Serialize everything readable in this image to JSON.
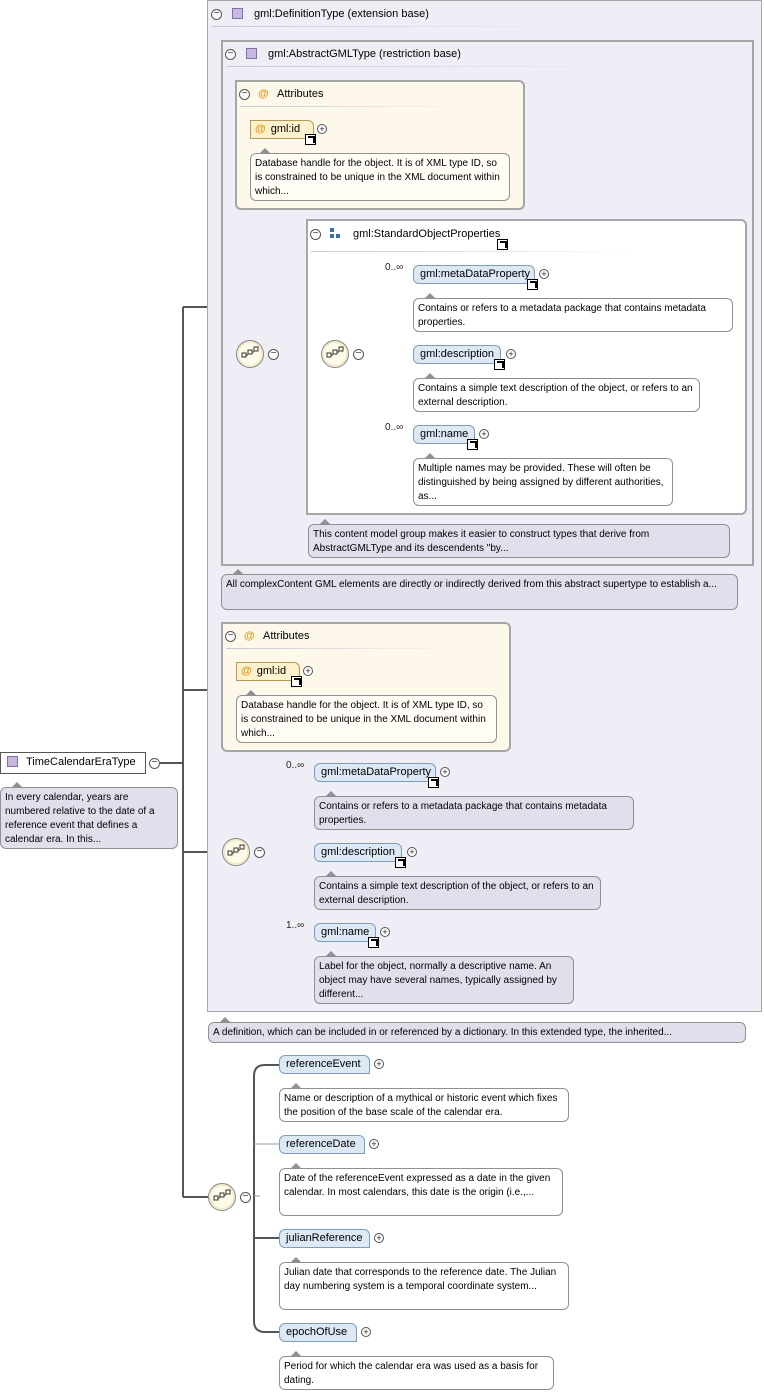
{
  "root": {
    "name": "TimeCalendarEraType",
    "doc": "In every calendar, years are numbered relative to the date of a reference event that defines a calendar era. In this..."
  },
  "definition_type": {
    "title": "gml:DefinitionType (extension base)",
    "doc": "A definition, which can be included in or referenced by a dictionary. In this extended type, the inherited..."
  },
  "abstract_gml_type": {
    "title": "gml:AbstractGMLType (restriction base)",
    "doc": "All complexContent GML elements are directly or indirectly derived from this abstract supertype to establish a...",
    "attributes": {
      "title": "Attributes",
      "id_label": "gml:id",
      "id_doc": "Database handle for the object. It is of XML type ID, so is constrained to be unique in the XML document within which..."
    },
    "standard_object_properties": {
      "title": "gml:StandardObjectProperties",
      "doc": "This content model group makes it easier to construct types that derive from AbstractGMLType and its descendents \"by...",
      "items": [
        {
          "label": "gml:metaDataProperty",
          "card": "0..∞",
          "doc": "Contains or refers to a metadata package that contains metadata properties."
        },
        {
          "label": "gml:description",
          "card": "",
          "doc": "Contains a simple text description of the object, or refers to an external description."
        },
        {
          "label": "gml:name",
          "card": "0..∞",
          "doc": "Multiple names may be provided. These will often be distinguished by being assigned by different authorities, as..."
        }
      ]
    }
  },
  "definition_attributes": {
    "title": "Attributes",
    "id_label": "gml:id",
    "id_doc": "Database handle for the object. It is of XML type ID, so is constrained to be unique in the XML document within which..."
  },
  "definition_sequence": [
    {
      "label": "gml:metaDataProperty",
      "card": "0..∞",
      "doc": "Contains or refers to a metadata package that contains metadata properties."
    },
    {
      "label": "gml:description",
      "card": "",
      "doc": "Contains a simple text description of the object, or refers to an external description."
    },
    {
      "label": "gml:name",
      "card": "1..∞",
      "doc": "Label for the object, normally a descriptive name. An object may have several names, typically assigned by different..."
    }
  ],
  "era_sequence": [
    {
      "label": "referenceEvent",
      "doc": "Name or description of a mythical or historic event which fixes the position of the base scale of the calendar era."
    },
    {
      "label": "referenceDate",
      "doc": "Date of the referenceEvent expressed as a date in the given calendar. In most calendars, this date is the origin (i.e.,..."
    },
    {
      "label": "julianReference",
      "doc": "Julian date that corresponds to the reference date. The Julian day numbering system is a temporal coordinate system..."
    },
    {
      "label": "epochOfUse",
      "doc": "Period for which the calendar era was used as a basis for dating."
    }
  ],
  "colors": {
    "element_fill": "#dde8f5",
    "note_fill": "#e2dfec",
    "attr_fill": "#fdf8ea",
    "panel_fill": "#efeef6"
  }
}
